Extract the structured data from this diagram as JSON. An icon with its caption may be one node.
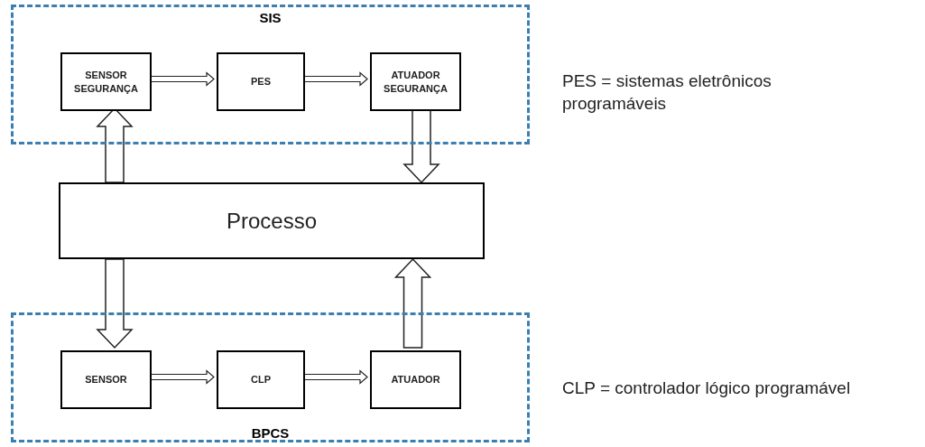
{
  "diagram": {
    "nodes": [
      {
        "text": [
          "SIS"
        ]
      },
      {
        "text": [
          "SENSOR SEGURANÇA"
        ],
        "in": 0
      },
      {
        "text": [
          "PES"
        ],
        "in": 0
      },
      {
        "text": [
          "ATUADOR SEGURANÇA"
        ],
        "in": 0
      },
      {
        "text": [
          "Processo"
        ]
      },
      {
        "text": [
          "BPCS"
        ]
      },
      {
        "text": [
          "SENSOR"
        ],
        "in": 5
      },
      {
        "text": [
          "CLP"
        ],
        "in": 5
      },
      {
        "text": [
          "ATUADOR"
        ],
        "in": 5
      }
    ],
    "edges": [
      {
        "from": 1,
        "to": 2,
        "arrow": "to"
      },
      {
        "from": 2,
        "to": 3,
        "arrow": "to"
      },
      {
        "from": 4,
        "to": 1,
        "arrow": "to",
        "style": "thick"
      },
      {
        "from": 3,
        "to": 4,
        "arrow": "to",
        "style": "thick"
      },
      {
        "from": 4,
        "to": 6,
        "arrow": "to",
        "style": "thick"
      },
      {
        "from": 6,
        "to": 7,
        "arrow": "to"
      },
      {
        "from": 7,
        "to": 8,
        "arrow": "to"
      },
      {
        "from": 8,
        "to": 4,
        "arrow": "to",
        "style": "thick"
      }
    ],
    "labels": [
      "PES = sistemas eletrônicos programáveis",
      "CLP = controlador lógico programável"
    ]
  }
}
